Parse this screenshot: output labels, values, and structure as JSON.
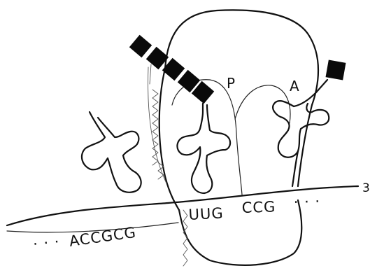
{
  "labels": {
    "p_site": "P",
    "a_site": "A",
    "three_prime": "3"
  },
  "mrna": {
    "leading_dots": "· · ·",
    "left_codons": "ACCGCG",
    "p_codon": "UUG",
    "a_codon": "CCG",
    "trailing_dots": "· · ·"
  },
  "colors": {
    "ink": "#111111",
    "paper": "#ffffff"
  },
  "icons": {
    "amino_acid": "filled-square",
    "trna": "cloverleaf"
  }
}
